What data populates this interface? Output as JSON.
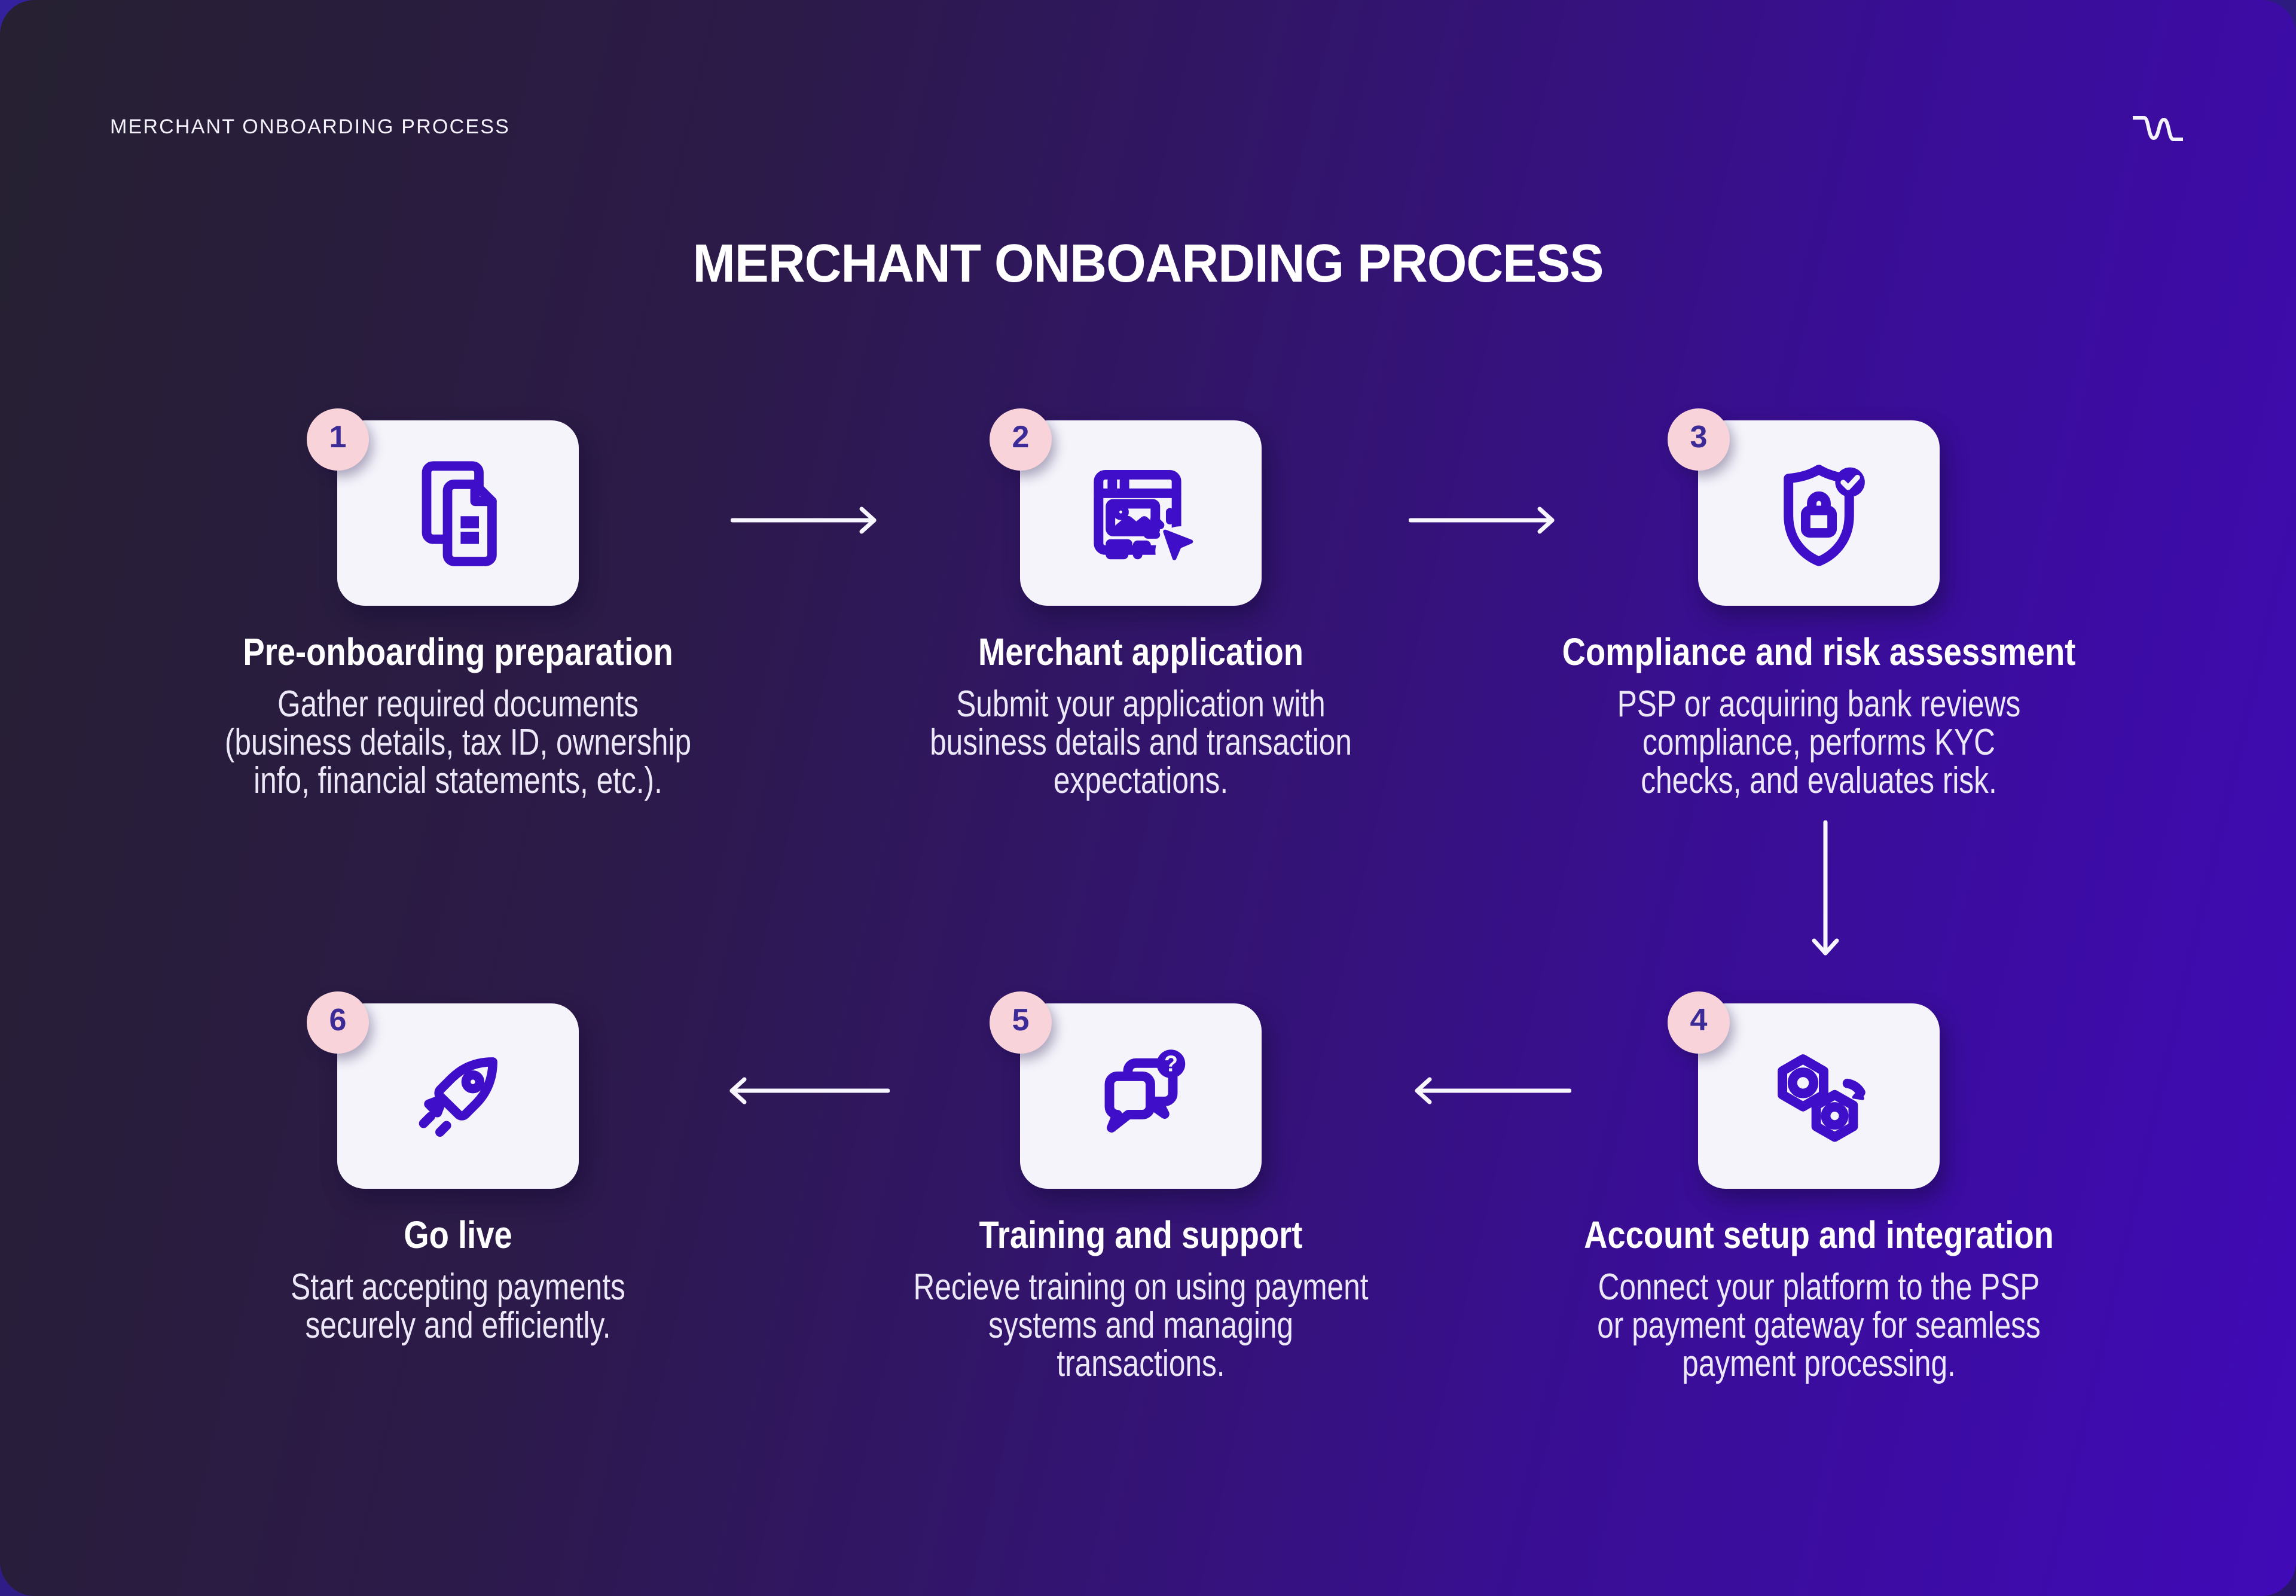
{
  "header": {
    "label": "MERCHANT ONBOARDING PROCESS",
    "logo_icon": "wave-logo-icon"
  },
  "title": "MERCHANT ONBOARDING PROCESS",
  "colors": {
    "accent": "#3f0ec9",
    "card_bg": "#f5f4fb",
    "badge_bg": "#f9d3da",
    "badge_number": "#3c2b96",
    "background_dark": "#262031",
    "background_purple": "#400ab7"
  },
  "steps": [
    {
      "number": "1",
      "title": "Pre-onboarding preparation",
      "description": "Gather required documents\n(business details, tax ID, ownership\ninfo, financial statements, etc.).",
      "icon": "documents-icon"
    },
    {
      "number": "2",
      "title": "Merchant application",
      "description": "Submit your application with\nbusiness details and transaction\nexpectations.",
      "icon": "browser-click-icon"
    },
    {
      "number": "3",
      "title": "Compliance and risk assessment",
      "description": "PSP or acquiring bank reviews\ncompliance, performs KYC\nchecks, and evaluates risk.",
      "icon": "shield-lock-check-icon"
    },
    {
      "number": "4",
      "title": "Account setup and integration",
      "description": "Connect your platform to the PSP\nor payment gateway for seamless\npayment processing.",
      "icon": "gear-nuts-icon"
    },
    {
      "number": "5",
      "title": "Training and support",
      "description": "Recieve training on using payment\nsystems and managing\ntransactions.",
      "icon": "chat-support-icon",
      "badge_glyph": "?"
    },
    {
      "number": "6",
      "title": "Go live",
      "description": "Start accepting payments\nsecurely and efficiently.",
      "icon": "rocket-icon"
    }
  ]
}
